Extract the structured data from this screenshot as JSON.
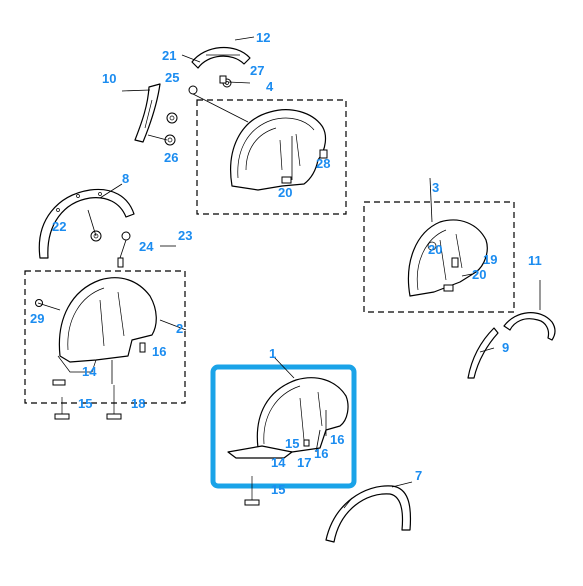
{
  "colors": {
    "callout": "#1b8cf0",
    "highlight": "#1aa3e8",
    "line": "#000000"
  },
  "highlighted_assembly": "1",
  "callouts": {
    "c1": "1",
    "c2": "2",
    "c3": "3",
    "c4": "4",
    "c7": "7",
    "c8": "8",
    "c9": "9",
    "c10": "10",
    "c11": "11",
    "c12": "12",
    "c14a": "14",
    "c14b": "14",
    "c15a": "15",
    "c15b": "15",
    "c15c": "15",
    "c16a": "16",
    "c16b": "16",
    "c16c": "16",
    "c17": "17",
    "c18": "18",
    "c19": "19",
    "c20a": "20",
    "c20b": "20",
    "c20c": "20",
    "c21": "21",
    "c22": "22",
    "c23": "23",
    "c24": "24",
    "c25": "25",
    "c26": "26",
    "c27": "27",
    "c28": "28",
    "c29": "29"
  }
}
